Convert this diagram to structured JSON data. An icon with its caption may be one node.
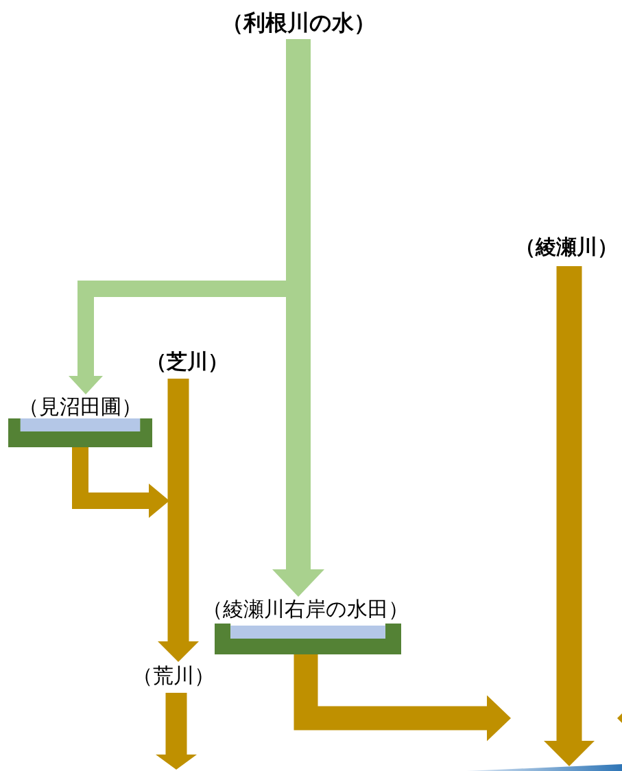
{
  "diagram": {
    "nodes": [
      {
        "text": [
          "（利根川の水）"
        ]
      },
      {
        "text": [
          "（見沼田圃）"
        ]
      },
      {
        "text": [
          "（芝川）"
        ]
      },
      {
        "text": [
          "（綾瀬川右岸の水田）"
        ]
      },
      {
        "text": [
          "（荒川）"
        ]
      },
      {
        "text": [
          "（綾瀬川）"
        ]
      }
    ],
    "edges": [
      {
        "from": 0,
        "to": 1,
        "arrow": "to",
        "color": "#a9d18e"
      },
      {
        "from": 0,
        "to": 3,
        "arrow": "to",
        "color": "#a9d18e"
      },
      {
        "from": 1,
        "to": null,
        "arrow": "to"
      },
      {
        "from": 2,
        "to": 4,
        "arrow": "to"
      },
      {
        "from": 4,
        "to": null,
        "arrow": "to"
      },
      {
        "from": 3,
        "to": null,
        "arrow": "to"
      },
      {
        "from": 5,
        "to": null,
        "arrow": "to"
      }
    ]
  }
}
